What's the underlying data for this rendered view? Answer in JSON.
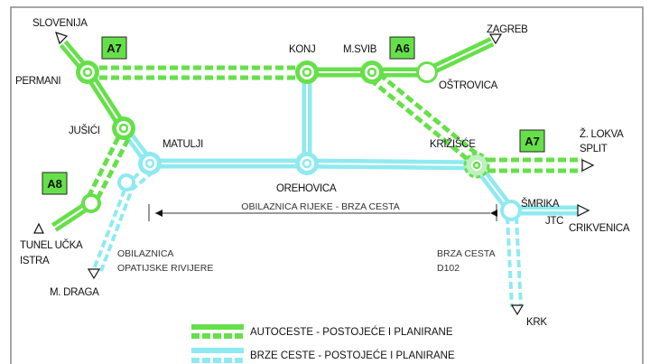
{
  "places": {
    "slovenija": "SLOVENIJA",
    "permani": "PERMANI",
    "konj": "KONJ",
    "msvib": "M.SVIB",
    "zagreb": "ZAGREB",
    "ostrovica": "OŠTROVICA",
    "jusici": "JUŠIĆI",
    "matulji": "MATULJI",
    "krizisce": "KRIŽIŠĆE",
    "zlokva": "Ž. LOKVA",
    "split": "SPLIT",
    "orehovica": "OREHOVICA",
    "smrika": "ŠMRIKA",
    "jtc": "JTC",
    "crikvenica": "CRIKVENICA",
    "tunel_ucka": "TUNEL UČKA",
    "istra": "ISTRA",
    "mdraga": "M. DRAGA",
    "krk": "KRK"
  },
  "road_labels": {
    "a7_west": "A7",
    "a6": "A6",
    "a7_east": "A7",
    "a8": "A8",
    "obilaznica_1": "OBILAZNICA",
    "obilaznica_2": "OPATIJSKE RIVIJERE",
    "brza_1": "BRZA CESTA",
    "brza_2": "D102",
    "bypass": "OBILAZNICA RIJEKE - BRZA CESTA"
  },
  "legend": {
    "motorways": "AUTOCESTE - POSTOJEĆE I PLANIRANE",
    "expressways": "BRZE CESTE - POSTOJEĆE I PLANIRANE"
  },
  "colors": {
    "motorway": "#66e04a",
    "expressway": "#8eeaf0"
  }
}
